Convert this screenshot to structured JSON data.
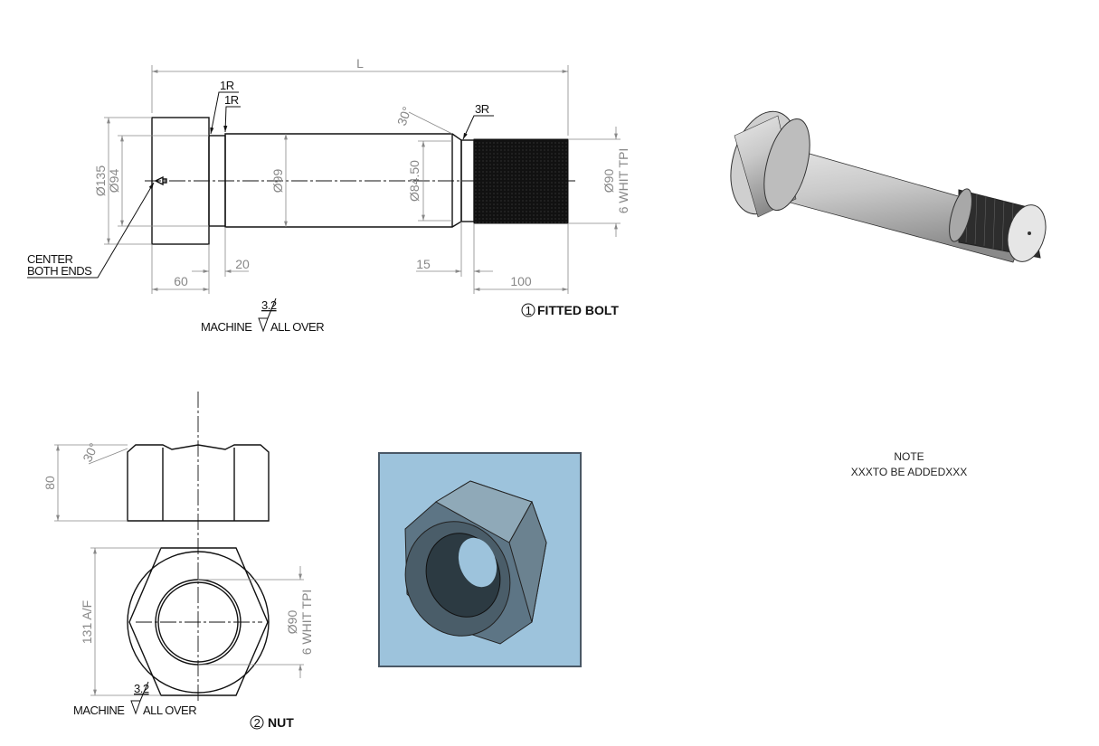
{
  "bolt": {
    "title_number": "1",
    "title": "FITTED BOLT",
    "dim_length": "L",
    "dim_head_dia": "Ø135",
    "dim_collar_dia": "Ø94",
    "dim_shank_dia": "Ø99",
    "dim_neck_dia": "Ø84.50",
    "dim_thread_dia": "Ø90",
    "dim_thread_spec": "6 WHIT TPI",
    "radius_1": "1R",
    "radius_2": "1R",
    "radius_3": "3R",
    "chamfer_angle": "30°",
    "dim_head_len": "60",
    "dim_groove_len": "20",
    "dim_relief_len": "15",
    "dim_thread_len": "100",
    "center_note_line1": "CENTER",
    "center_note_line2": "BOTH ENDS",
    "finish_value": "3.2",
    "finish_left": "MACHINE",
    "finish_right": "ALL OVER"
  },
  "nut": {
    "title_number": "2",
    "title": "NUT",
    "dim_height": "80",
    "chamfer_angle": "30°",
    "dim_across_flats": "131 A/F",
    "dim_thread_dia": "Ø90",
    "dim_thread_spec": "6 WHIT TPI",
    "finish_value": "3.2",
    "finish_left": "MACHINE",
    "finish_right": "ALL OVER"
  },
  "note": {
    "heading": "NOTE",
    "text": "XXXTO BE ADDEDXXX"
  },
  "colors": {
    "nut_render_bg": "#9dc3dc",
    "nut_render_border": "#4a5866"
  }
}
